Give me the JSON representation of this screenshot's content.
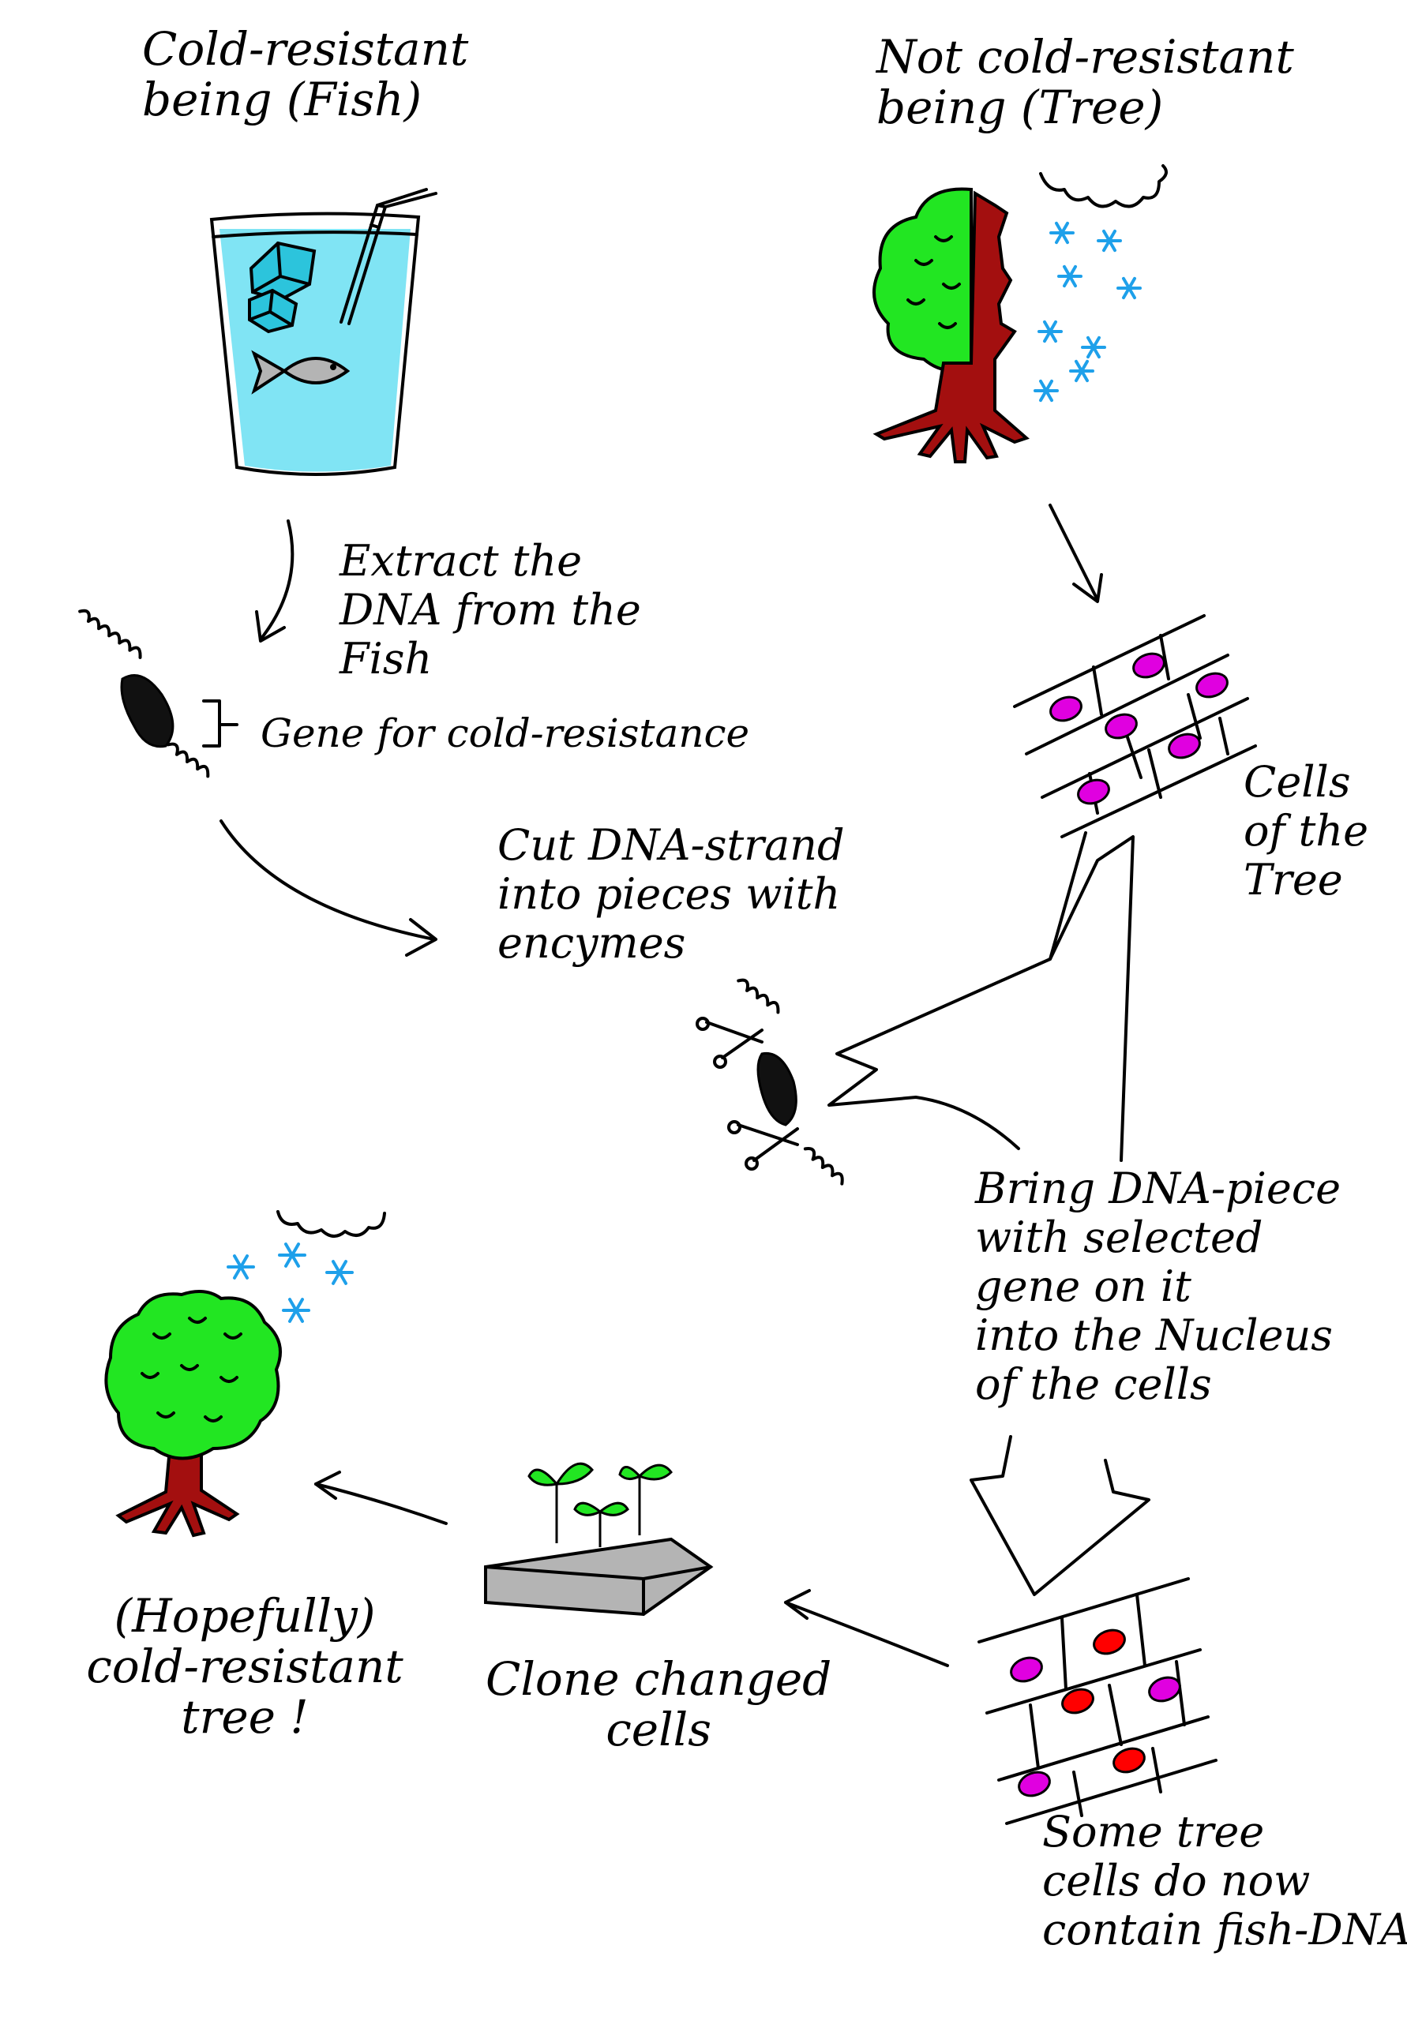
{
  "labels": {
    "fish_title_1": "Cold-resistant",
    "fish_title_2": "being (Fish)",
    "tree_title_1": "Not cold-resistant",
    "tree_title_2": "being (Tree)",
    "extract_1": "Extract the",
    "extract_2": "DNA from the",
    "extract_3": "Fish",
    "gene": "Gene for cold-resistance",
    "cells_1": "Cells",
    "cells_2": "of the",
    "cells_3": "Tree",
    "cut_1": "Cut DNA-strand",
    "cut_2": "into pieces with",
    "cut_3": "encymes",
    "bring_1": "Bring DNA-piece",
    "bring_2": "with selected",
    "bring_3": "gene on it",
    "bring_4": "into the Nucleus",
    "bring_5": "of the cells",
    "some_1": "Some tree",
    "some_2": "cells do now",
    "some_3": "contain fish-DNA",
    "clone_1": "Clone changed",
    "clone_2": "cells",
    "result_1": "(Hopefully)",
    "result_2": "cold-resistant",
    "result_3": "tree !"
  },
  "icons": [
    "glass-of-water-icon",
    "fish-icon",
    "ice-cube-icon",
    "straw-icon",
    "tree-icon",
    "cloud-icon",
    "snowflake-icon",
    "dna-strand-icon",
    "scissors-icon",
    "plant-cells-icon",
    "seedling-tray-icon",
    "arrow-icon"
  ],
  "colors": {
    "water": "#80e4f4",
    "ice": "#2cc4dc",
    "leaves": "#22e622",
    "trunk": "#a30f0f",
    "snow": "#1ea0ea",
    "nucleus_tree": "#e000e0",
    "nucleus_fish": "#ff0000",
    "tray": "#b4b4b4",
    "ink": "#000000"
  }
}
